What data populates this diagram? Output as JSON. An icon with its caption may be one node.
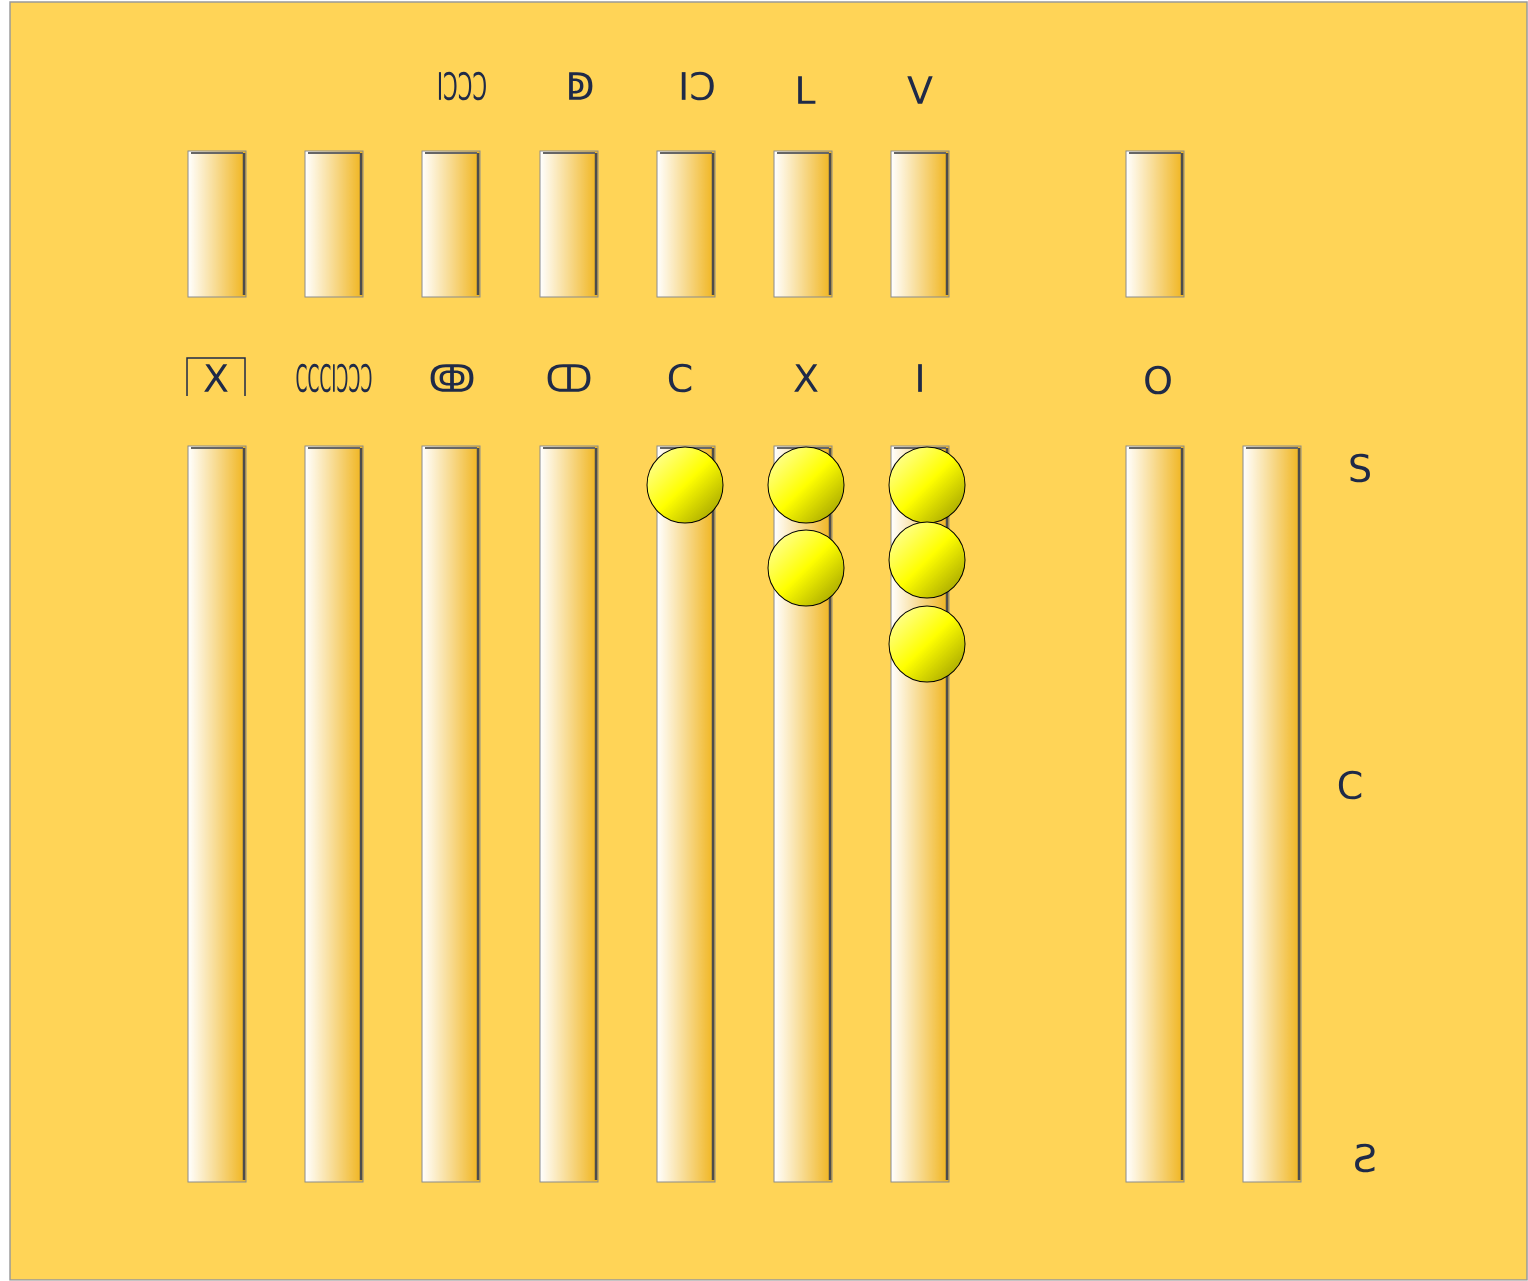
{
  "diagram": {
    "nodes": [
      {
        "text": [],
        "shape": "circle"
      },
      {
        "text": [],
        "shape": "circle"
      },
      {
        "text": [],
        "shape": "circle"
      },
      {
        "text": [],
        "shape": "circle"
      },
      {
        "text": [],
        "shape": "circle"
      },
      {
        "text": [],
        "shape": "circle"
      }
    ],
    "labels": [
      "IↃↃↃ",
      "ↁ",
      "IↃ",
      "L",
      "V",
      "X",
      "CCCIↃↃↃ",
      "ↂ",
      "ↀ",
      "C",
      "X",
      "I",
      "O",
      "S",
      "C",
      "Ƨ"
    ]
  }
}
